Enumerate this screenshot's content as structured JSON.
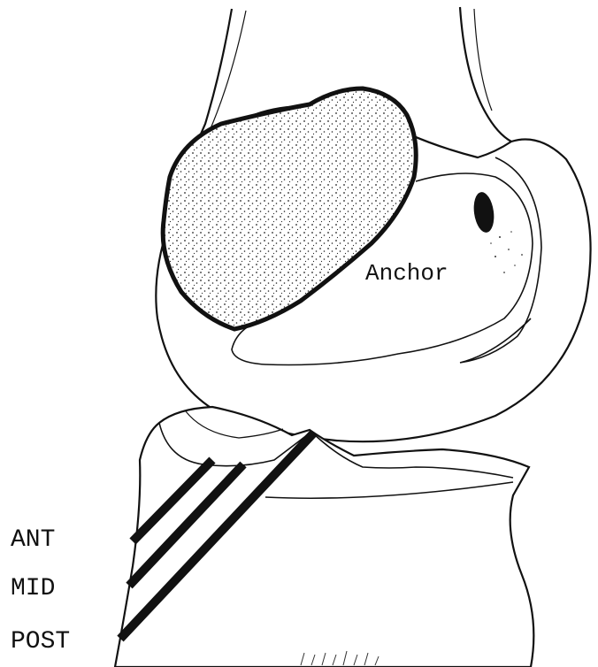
{
  "labels": {
    "anchor": "Anchor",
    "ant": "ANT",
    "mid": "MID",
    "post": "POST"
  },
  "colors": {
    "ink": "#111111",
    "stipple": "#222222",
    "background": "#ffffff"
  }
}
